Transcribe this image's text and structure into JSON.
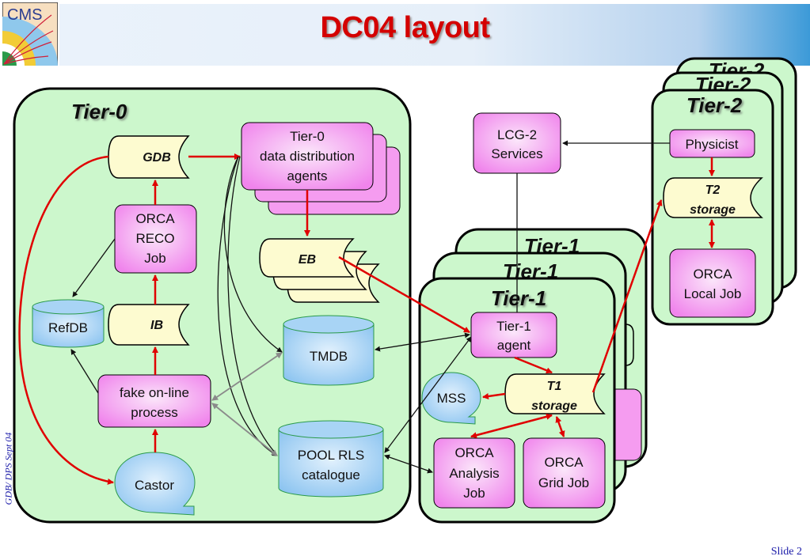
{
  "slide": {
    "title": "DC04 layout",
    "footer_left": "GDB/ DPS Sept 04",
    "slide_number": "Slide 2",
    "logo_text": "CMS"
  },
  "colors": {
    "title": "#d40000",
    "tier_fill": "#ccf7cc",
    "process_fill": "#f59cf0",
    "storage_fill": "#fdfbd0",
    "database_fill": "#a8d4f5",
    "red_arrow": "#e00000",
    "footer_text": "#1a1aa8"
  },
  "tiers": {
    "tier0": "Tier-0",
    "tier1": "Tier-1",
    "tier2": "Tier-2"
  },
  "tier0": {
    "gdb": "GDB",
    "orca_reco": [
      "ORCA",
      "RECO",
      "Job"
    ],
    "ib": "IB",
    "refdb": "RefDB",
    "fake_online": [
      "fake on-line",
      "process"
    ],
    "castor": "Castor",
    "agents": [
      "Tier-0",
      "data distribution",
      "agents"
    ],
    "eb": "EB",
    "tmdb": "TMDB",
    "pool_rls": [
      "POOL RLS",
      "catalogue"
    ]
  },
  "lcg": [
    "LCG-2",
    "Services"
  ],
  "tier1": {
    "agent": [
      "Tier-1",
      "agent"
    ],
    "mss": "MSS",
    "t1_storage": [
      "T1",
      "storage"
    ],
    "orca_analysis": [
      "ORCA",
      "Analysis",
      "Job"
    ],
    "orca_grid": [
      "ORCA",
      "Grid Job"
    ]
  },
  "tier2": {
    "physicist": "Physicist",
    "t2_storage": [
      "T2",
      "storage"
    ],
    "orca_local": [
      "ORCA",
      "Local Job"
    ]
  }
}
